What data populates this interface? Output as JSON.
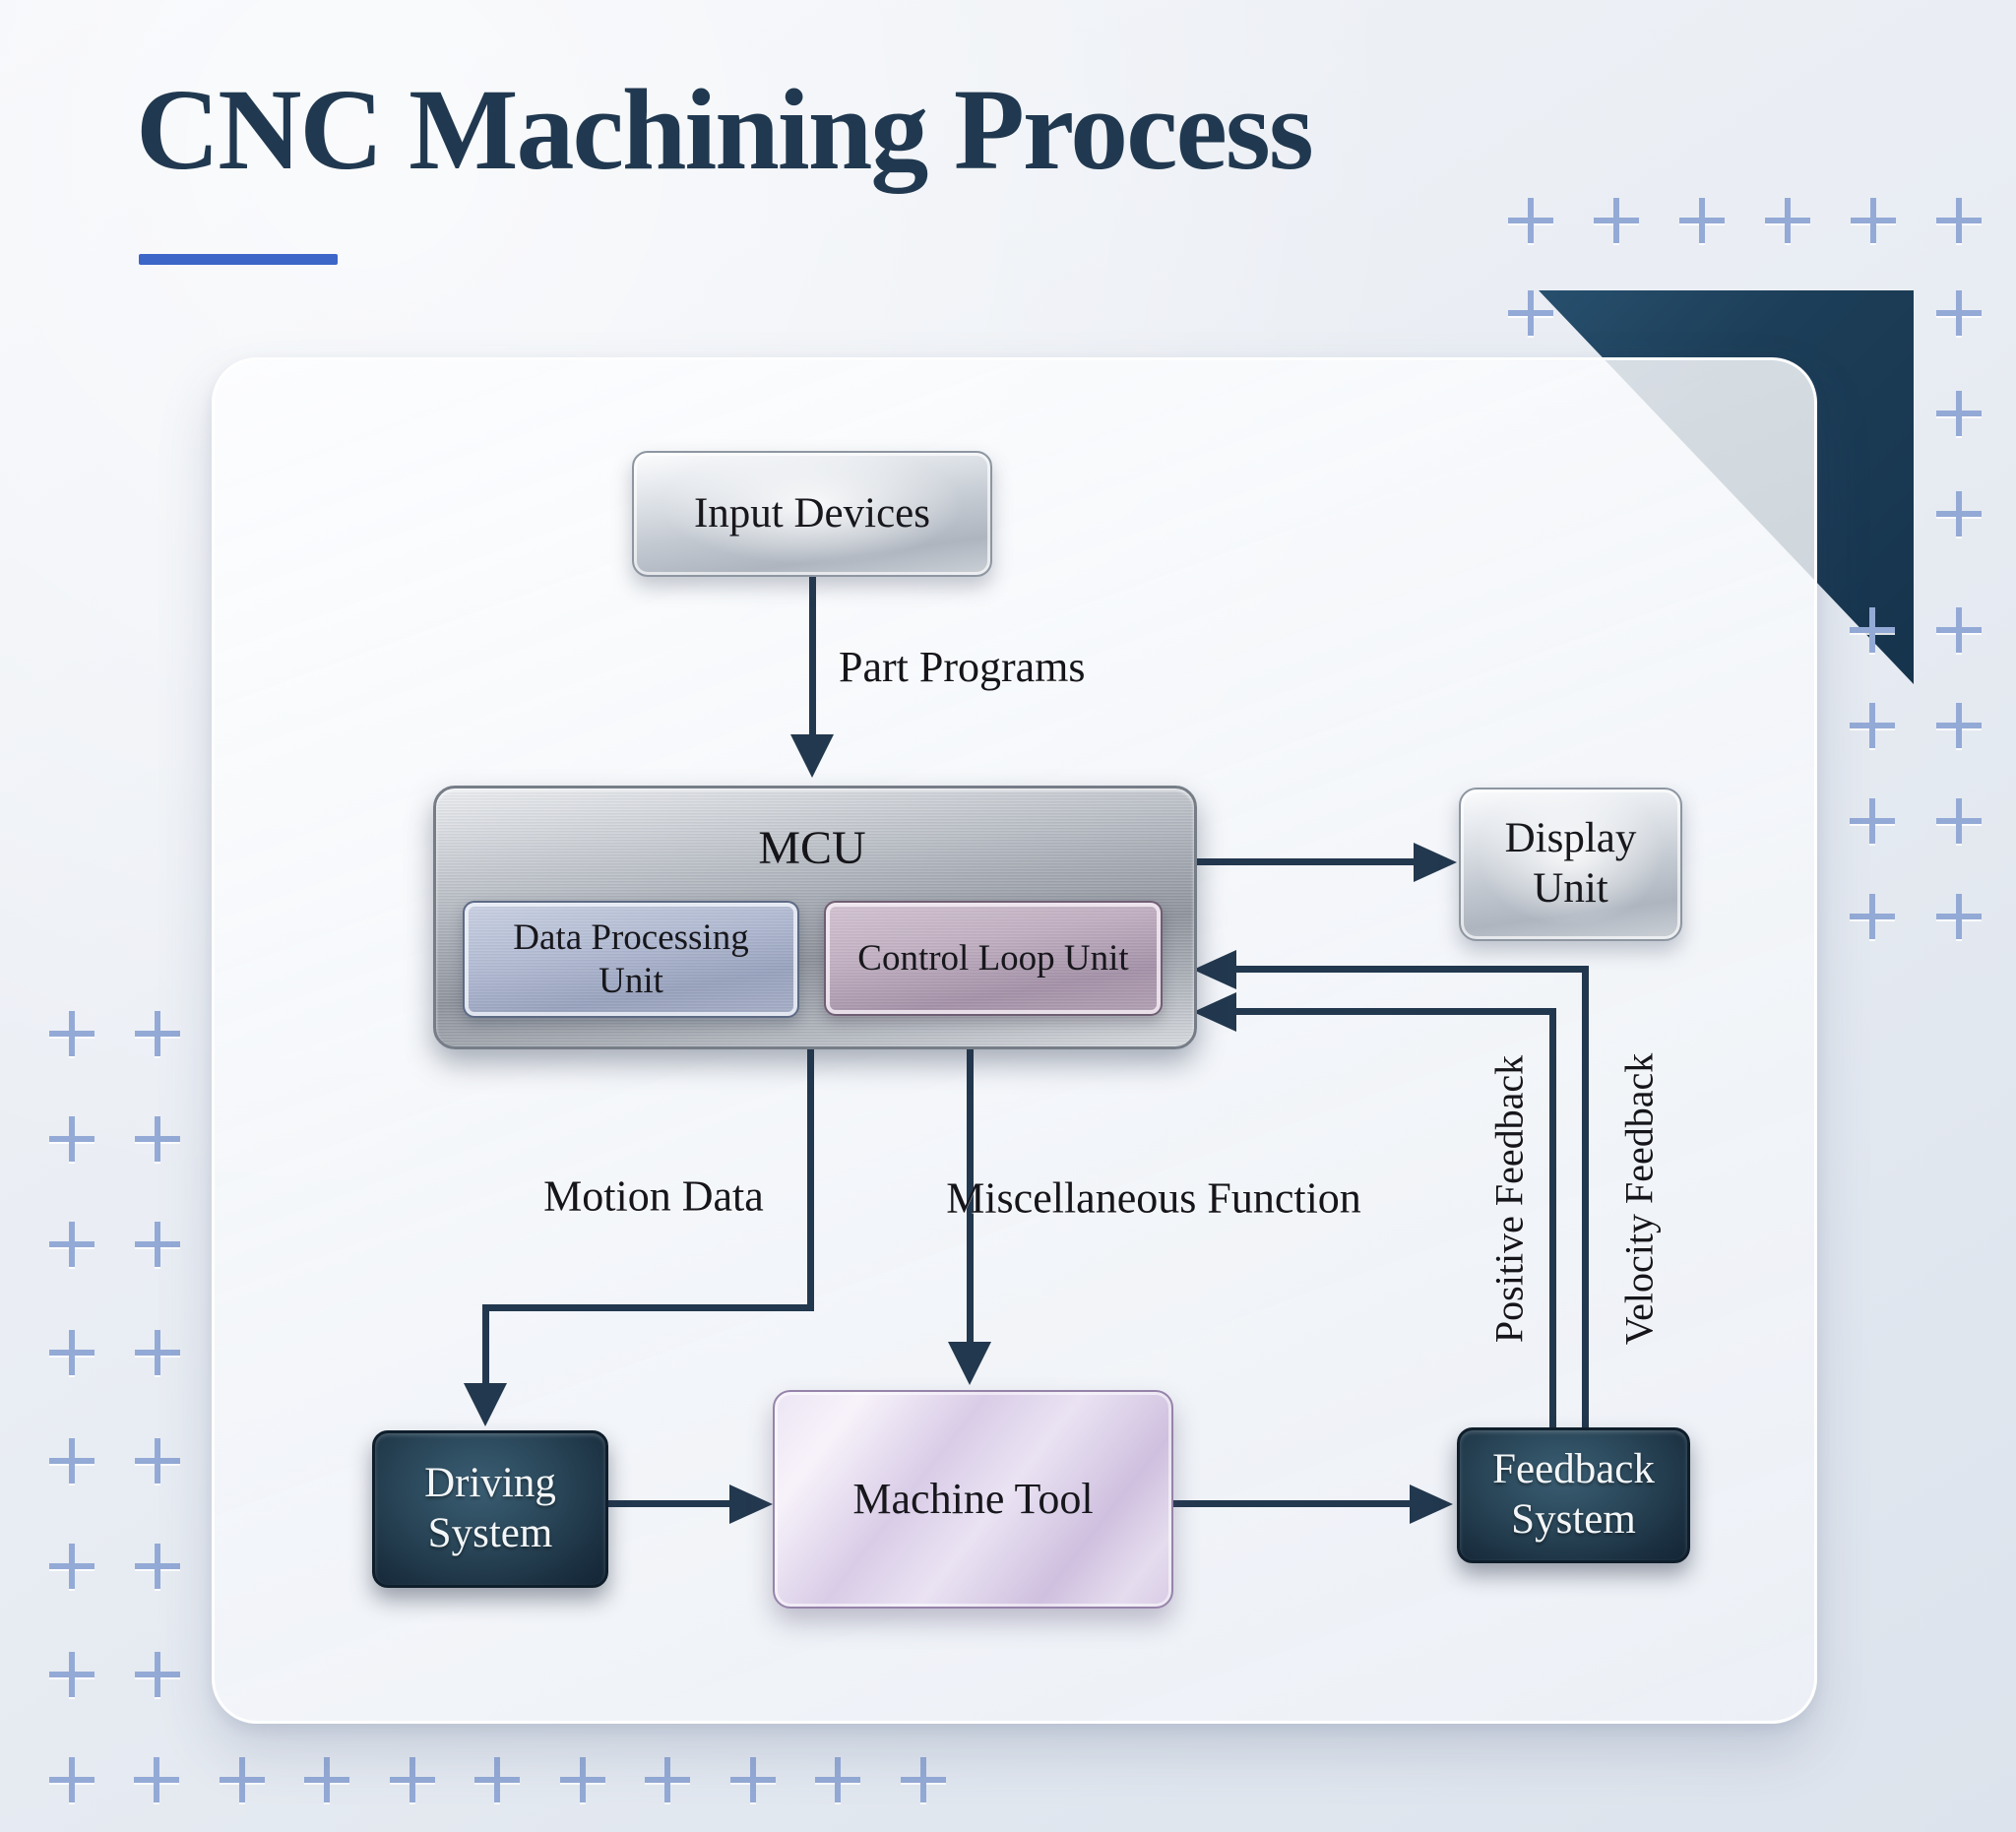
{
  "title": "CNC Machining Process",
  "diagram": {
    "nodes": {
      "input_devices": {
        "label": "Input Devices"
      },
      "mcu": {
        "label": "MCU"
      },
      "data_processing_unit": {
        "label": "Data Processing Unit"
      },
      "control_loop_unit": {
        "label": "Control Loop Unit"
      },
      "display_unit": {
        "label": "Display Unit"
      },
      "driving_system": {
        "label": "Driving System"
      },
      "machine_tool": {
        "label": "Machine Tool"
      },
      "feedback_system": {
        "label": "Feedback System"
      }
    },
    "edge_labels": {
      "part_programs": "Part Programs",
      "motion_data": "Motion Data",
      "miscellaneous_function": "Miscellaneous Function",
      "positive_feedback": "Positive Feedback",
      "velocity_feedback": "Velocity Feedback"
    }
  },
  "colors": {
    "arrow": "#22384e",
    "accent_underline": "#3c66c8",
    "title_text": "#213950",
    "plus_mark": "#94aad6",
    "corner_triangle": "#1d3e58"
  }
}
